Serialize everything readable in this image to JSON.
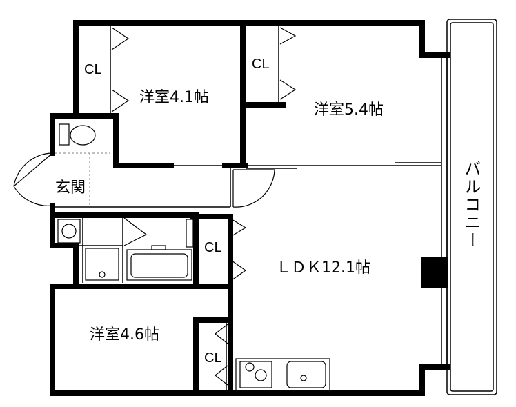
{
  "rooms": {
    "western_a": "洋室4.1帖",
    "western_b": "洋室5.4帖",
    "western_c": "洋室4.6帖",
    "ldk": "ＬＤＫ12.1帖",
    "entrance": "玄関",
    "balcony": "バルコニー"
  },
  "closets": {
    "cl1": "CL",
    "cl2": "CL",
    "cl3": "CL",
    "cl4": "CL"
  },
  "colors": {
    "wall": "#000000",
    "line": "#000000",
    "dashed": "#999999",
    "background": "#ffffff"
  }
}
